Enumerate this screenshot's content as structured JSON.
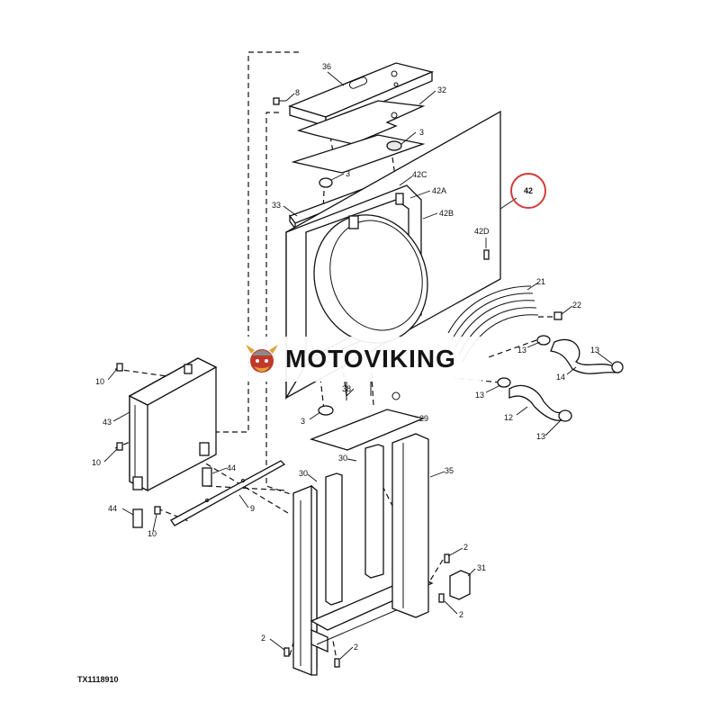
{
  "drawing_id": "TX1118910",
  "watermark": {
    "brand": "MOTOVIKING",
    "colors": {
      "red": "#c0392b",
      "gold": "#e0a23a",
      "text": "#151515"
    }
  },
  "callout": {
    "label": "42",
    "color": "#d23b3b"
  },
  "labels": [
    "36",
    "8",
    "32",
    "3",
    "3",
    "42C",
    "42A",
    "33",
    "42B",
    "42D",
    "42",
    "21",
    "22",
    "13",
    "13",
    "14",
    "13",
    "12",
    "13",
    "38",
    "3",
    "29",
    "10",
    "43",
    "10",
    "44",
    "9",
    "44",
    "10",
    "30",
    "30",
    "35",
    "2",
    "31",
    "2",
    "2",
    "2"
  ]
}
